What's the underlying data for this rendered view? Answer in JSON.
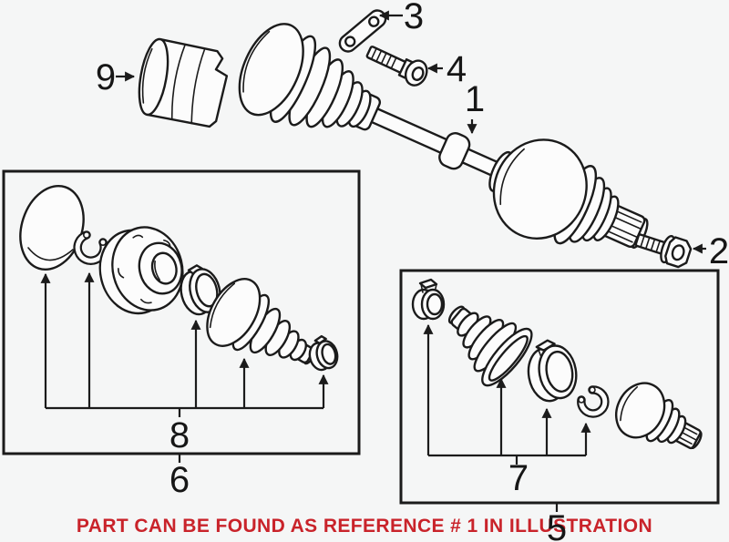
{
  "callouts": {
    "c1": "1",
    "c2": "2",
    "c3": "3",
    "c4": "4",
    "c5": "5",
    "c6": "6",
    "c7": "7",
    "c8": "8",
    "c9": "9"
  },
  "note": {
    "text": "PART CAN BE FOUND AS REFERENCE # 1 IN ILLUSTRATION"
  },
  "colors": {
    "background": "#f5f6f6",
    "line": "#1b1b1b",
    "part_fill": "#fcfcfc",
    "note_red": "#c9232a"
  }
}
